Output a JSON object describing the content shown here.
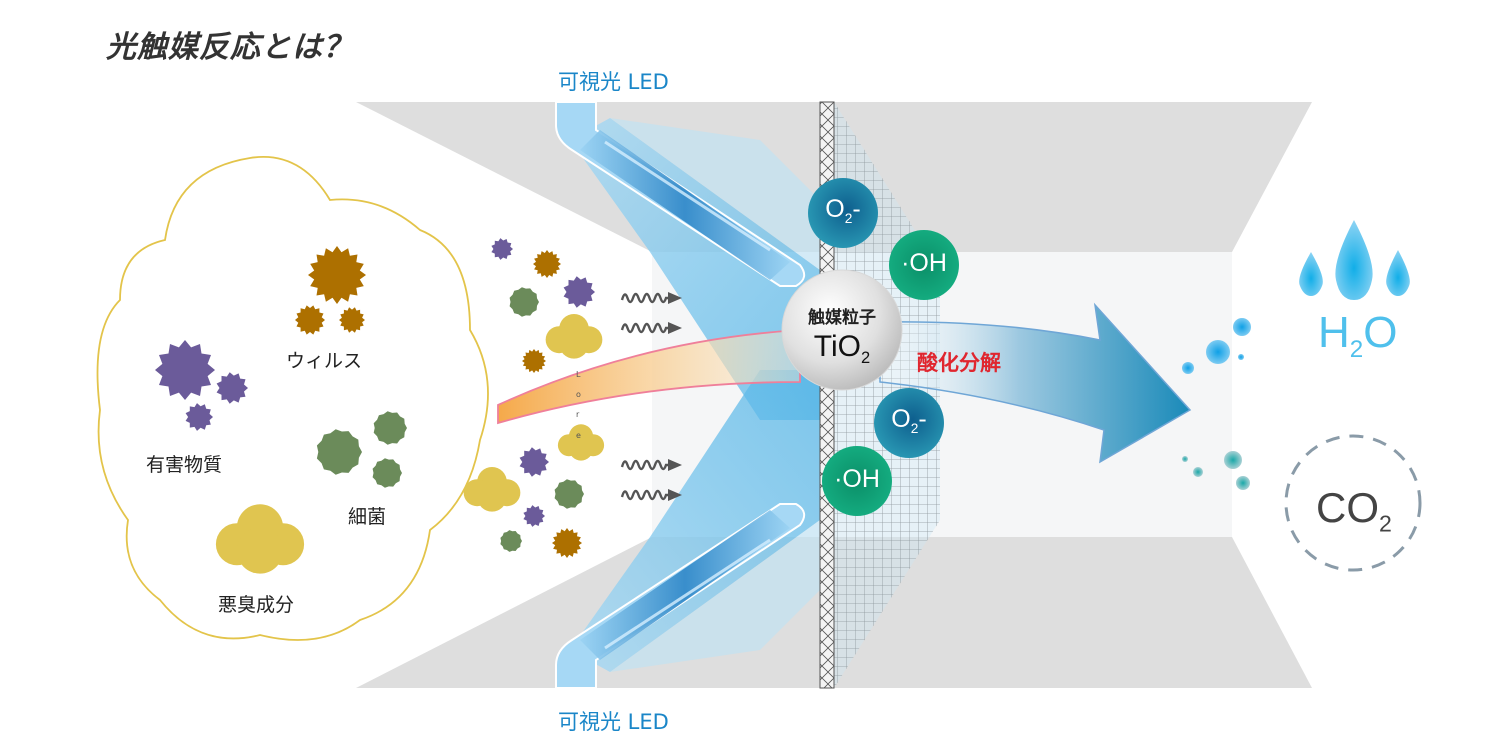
{
  "title": "光触媒反応とは？",
  "led": {
    "top_label": "可視光 LED",
    "bottom_label": "可視光 LED"
  },
  "cloud": {
    "categories": [
      {
        "label": "ウィルス",
        "icon": "virus-icon",
        "color": "#ad7000"
      },
      {
        "label": "有害物質",
        "icon": "harmful-substance-icon",
        "color": "#6b5b9a"
      },
      {
        "label": "細菌",
        "icon": "bacteria-icon",
        "color": "#6b8b5a"
      },
      {
        "label": "悪臭成分",
        "icon": "odor-icon",
        "color": "#e0c550"
      }
    ],
    "outline_color": "#e3c44a"
  },
  "stray_text": [
    "L",
    "o",
    "r",
    "e"
  ],
  "catalyst": {
    "label": "触媒粒子",
    "formula_main": "TiO",
    "formula_sub": "2"
  },
  "radicals": [
    {
      "type": "superoxide",
      "main": "O",
      "sub": "2",
      "suffix": "-",
      "color": "#1a7fa8"
    },
    {
      "type": "hydroxyl",
      "main": "·OH",
      "color": "#0fa07a"
    },
    {
      "type": "superoxide",
      "main": "O",
      "sub": "2",
      "suffix": "-",
      "color": "#1a7fa8"
    },
    {
      "type": "hydroxyl",
      "main": "·OH",
      "color": "#0fa07a"
    }
  ],
  "process_label": "酸化分解",
  "products": {
    "water": {
      "main": "H",
      "sub": "2",
      "tail": "O",
      "color": "#4fc0ec"
    },
    "carbon_dioxide": {
      "main": "CO",
      "sub": "2",
      "color": "#444444"
    }
  },
  "colors": {
    "led_blue": "#8ecdf0",
    "red_accent": "#e0262f",
    "duct_gray": "#dddddd"
  }
}
